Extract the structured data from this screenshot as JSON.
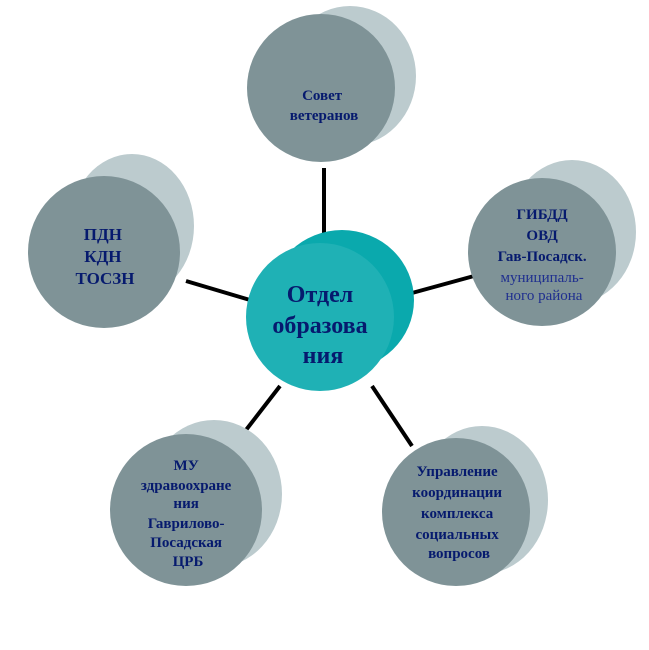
{
  "colors": {
    "outer_node_face": "#7f9397",
    "outer_node_shadow": "#bccbce",
    "center_node_face": "#1fb1b5",
    "center_node_shadow": "#0aa9ad",
    "connector": "#000000",
    "dark_text": "#061a6e",
    "blue_text": "#1f2f8f"
  },
  "center": {
    "lines": [
      "Отдел",
      "образова",
      "ния"
    ]
  },
  "nodes": [
    {
      "id": "veterans",
      "lines": [
        "Совет",
        "ветеранов"
      ]
    },
    {
      "id": "gibdd",
      "lines": [
        "ГИБДД",
        "ОВД",
        "Гав-Посадск.",
        "муниципаль-",
        "ного района"
      ]
    },
    {
      "id": "social",
      "lines": [
        "Управление",
        "координации",
        "комплекса",
        "социальных",
        "вопросов"
      ]
    },
    {
      "id": "health",
      "lines": [
        "МУ",
        "здравоохране",
        "ния",
        "Гаврилово-",
        "Посадская",
        "ЦРБ"
      ]
    },
    {
      "id": "pdn",
      "lines": [
        "ПДН",
        "КДН",
        "ТОСЗН"
      ]
    }
  ]
}
